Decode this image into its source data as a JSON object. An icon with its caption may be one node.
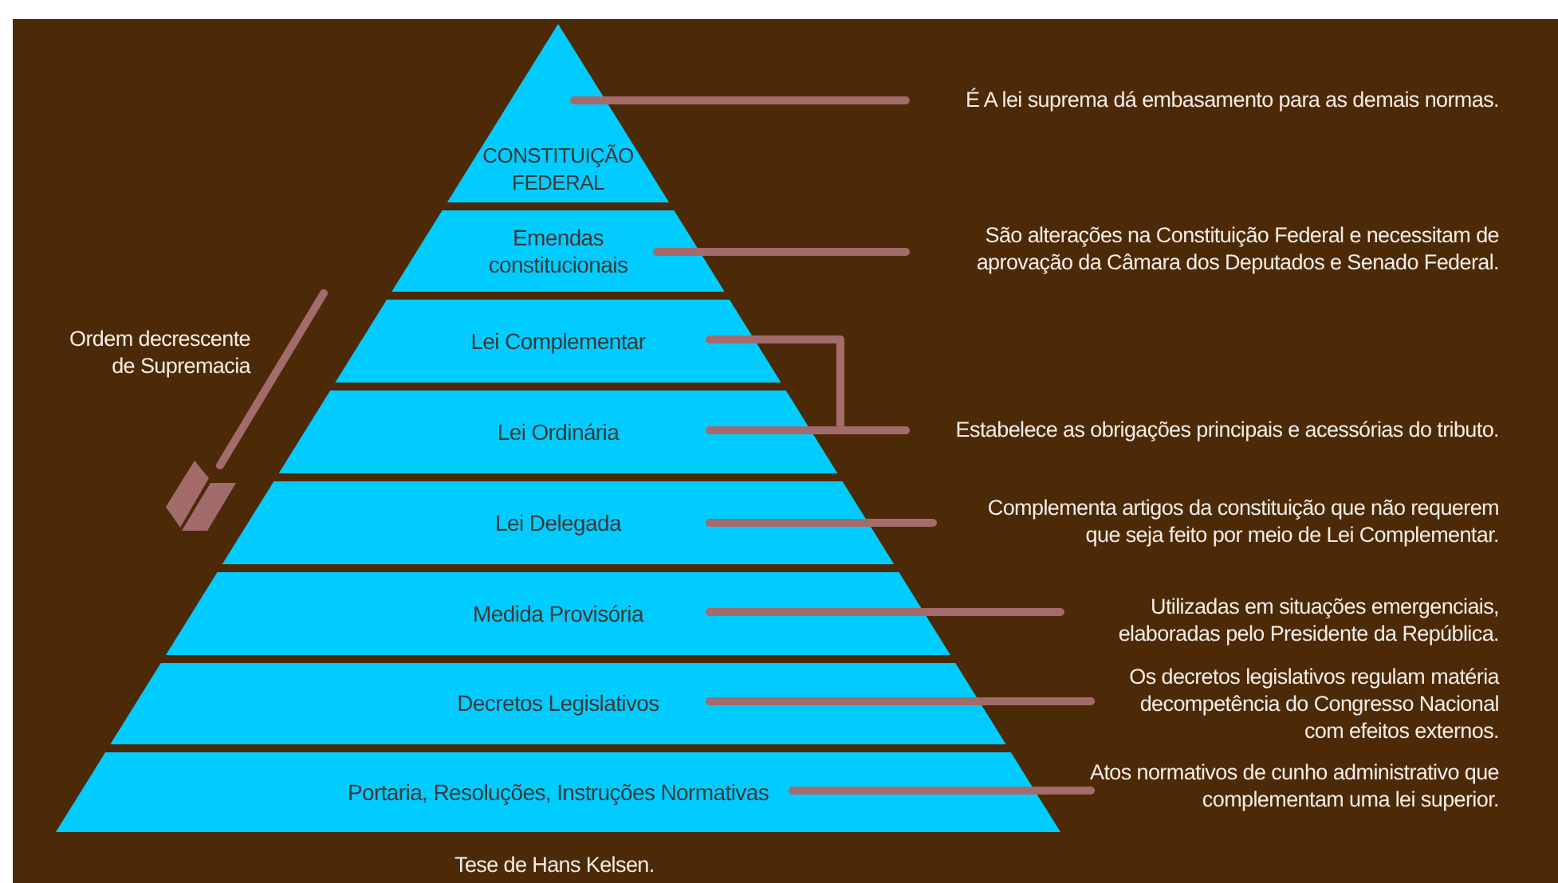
{
  "diagram": {
    "caption": "Tese de Hans Kelsen.",
    "nodes": [
      {
        "text": [
          "CONSTITUIÇÃO FEDERAL"
        ]
      },
      {
        "text": [
          "Emendas constitucionais"
        ]
      },
      {
        "text": [
          "Lei Complementar"
        ]
      },
      {
        "text": [
          "Lei Ordinária"
        ]
      },
      {
        "text": [
          "Lei Delegada"
        ]
      },
      {
        "text": [
          "Medida Provisória"
        ]
      },
      {
        "text": [
          "Decretos Legislativos"
        ]
      },
      {
        "text": [
          "Portaria, Resoluções, Instruções Normativas"
        ]
      },
      {
        "text": [
          "É A lei suprema dá embasamento para as demais normas."
        ]
      },
      {
        "text": [
          "São alterações na Constituição Federal e necessitam de aprovação da Câmara dos Deputados e Senado Federal."
        ]
      },
      {
        "text": [
          "Estabelece as obrigações principais e acessórias do tributo."
        ]
      },
      {
        "text": [
          "Complementa artigos da constituição que não requerem que seja feito por meio de Lei Complementar."
        ]
      },
      {
        "text": [
          "Utilizadas em situações emergenciais, elaboradas pelo Presidente da República."
        ]
      },
      {
        "text": [
          "Os decretos legislativos regulam matéria decompetência do Congresso Nacional com efeitos externos."
        ]
      },
      {
        "text": [
          "Atos normativos de cunho administrativo que complementam uma lei superior."
        ]
      }
    ],
    "edges": [
      {
        "from": 8,
        "to": 0,
        "arrow": "none"
      },
      {
        "from": 9,
        "to": 1,
        "arrow": "none"
      },
      {
        "from": 10,
        "to": 2,
        "arrow": "none"
      },
      {
        "from": 10,
        "to": 3,
        "arrow": "none"
      },
      {
        "from": 11,
        "to": 4,
        "arrow": "none"
      },
      {
        "from": 12,
        "to": 5,
        "arrow": "none"
      },
      {
        "from": 13,
        "to": 6,
        "arrow": "none"
      },
      {
        "from": 14,
        "to": 7,
        "arrow": "none"
      }
    ],
    "labels": [
      "Ordem decrescente de Supremacia"
    ]
  }
}
